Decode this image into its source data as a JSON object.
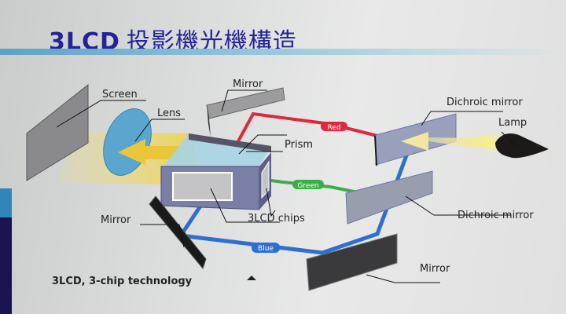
{
  "title": {
    "latin": "3LCD",
    "cjk": "投影機光機構造"
  },
  "labels": {
    "screen": "Screen",
    "lens": "Lens",
    "mirror_top": "Mirror",
    "dichroic_top": "Dichroic mirror",
    "lamp": "Lamp",
    "prism": "Prism",
    "chips": "3LCD chips",
    "dichroic_bottom": "Dichroic mirror",
    "mirror_left": "Mirror",
    "mirror_bottom": "Mirror"
  },
  "beams": {
    "red": "Red",
    "green": "Green",
    "blue": "Blue"
  },
  "caption": "3LCD, 3-chip technology",
  "colors": {
    "title": "#22229a",
    "red_beam": "#e0283c",
    "green_beam": "#3cae48",
    "blue_beam": "#2f6fd0",
    "light": "#f1d84a"
  }
}
